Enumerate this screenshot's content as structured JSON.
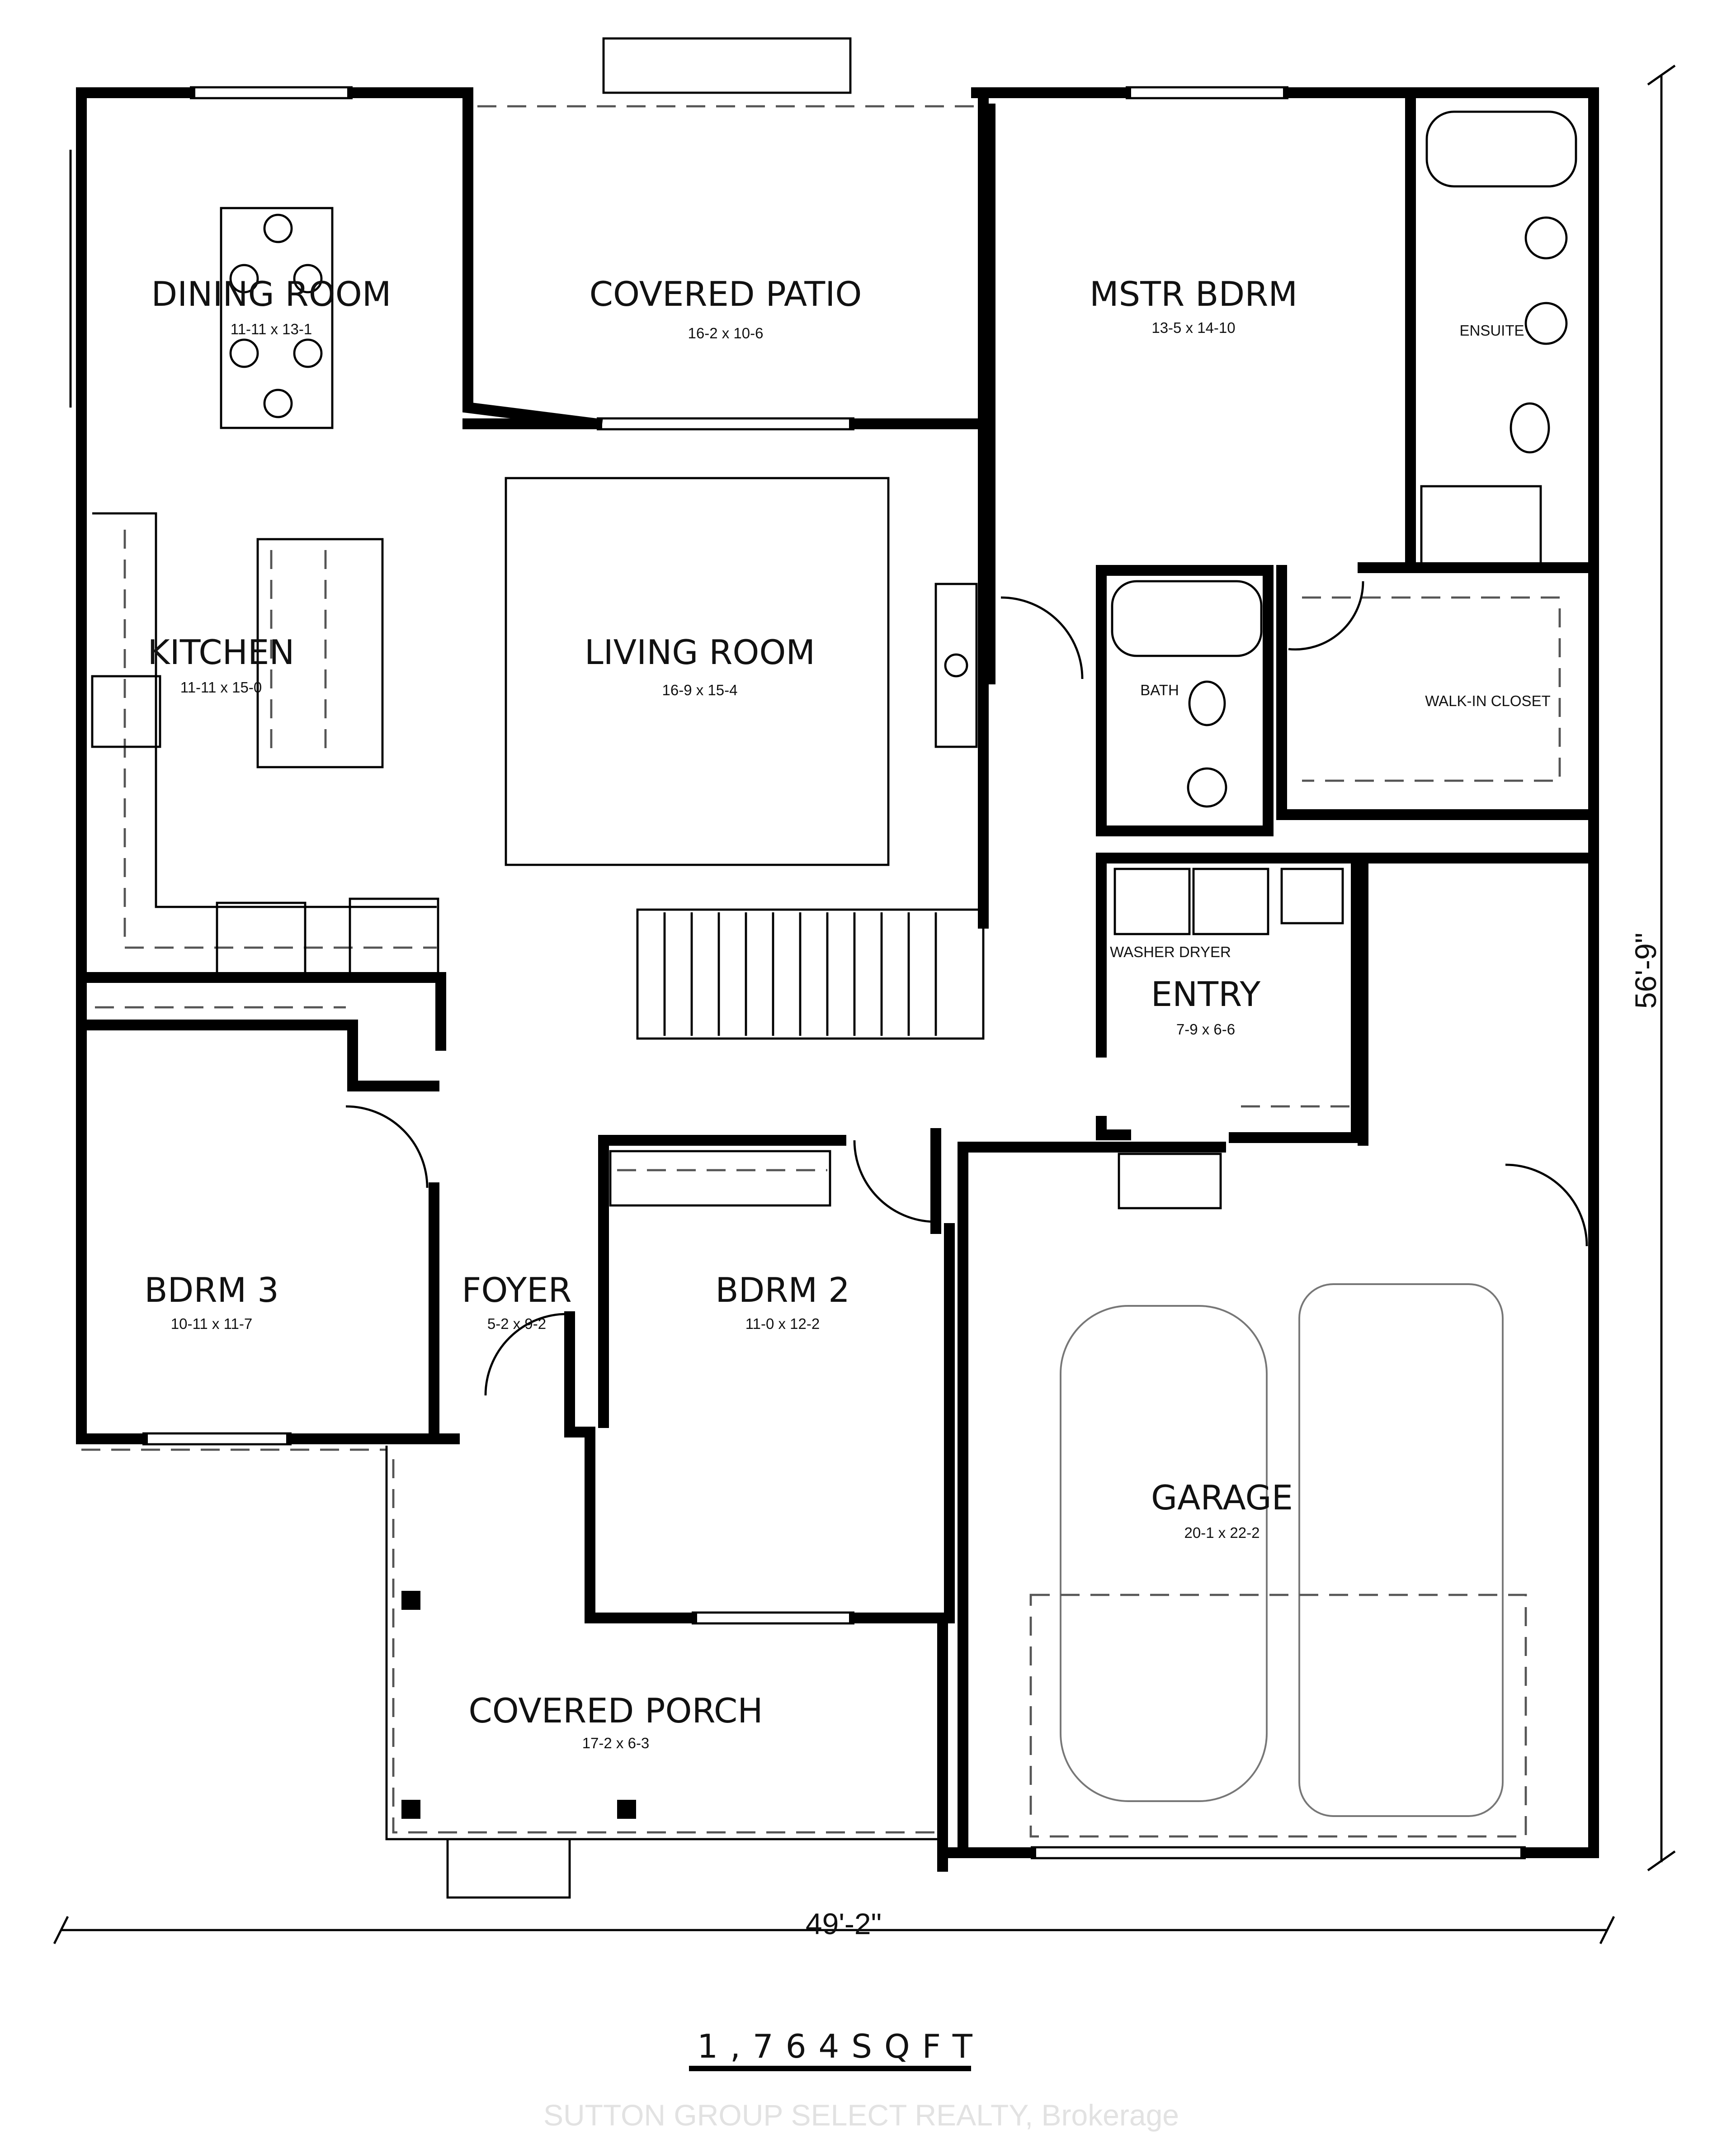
{
  "plan": {
    "rooms": [
      {
        "name": "DINING ROOM",
        "size": "11-11 x 13-1"
      },
      {
        "name": "COVERED PATIO",
        "size": "16-2 x 10-6"
      },
      {
        "name": "MSTR BDRM",
        "size": "13-5 x 14-10"
      },
      {
        "name": "ENSUITE"
      },
      {
        "name": "KITCHEN",
        "size": "11-11 x 15-0"
      },
      {
        "name": "LIVING ROOM",
        "size": "16-9 x 15-4"
      },
      {
        "name": "BATH"
      },
      {
        "name": "WALK-IN CLOSET"
      },
      {
        "name": "ENTRY",
        "size": "7-9 x 6-6"
      },
      {
        "name": "BDRM 3",
        "size": "10-11 x 11-7"
      },
      {
        "name": "FOYER",
        "size": "5-2 x 9-2"
      },
      {
        "name": "BDRM 2",
        "size": "11-0 x 12-2"
      },
      {
        "name": "GARAGE",
        "size": "20-1 x 22-2"
      },
      {
        "name": "COVERED PORCH",
        "size": "17-2 x 6-3"
      }
    ],
    "fixtures": {
      "laundry": "WASHER DRYER"
    },
    "dimensions": {
      "width": "49'-2\"",
      "depth": "56'-9\""
    },
    "total_area": "1,764SQFT",
    "watermark": "SUTTON GROUP SELECT REALTY, Brokerage"
  }
}
